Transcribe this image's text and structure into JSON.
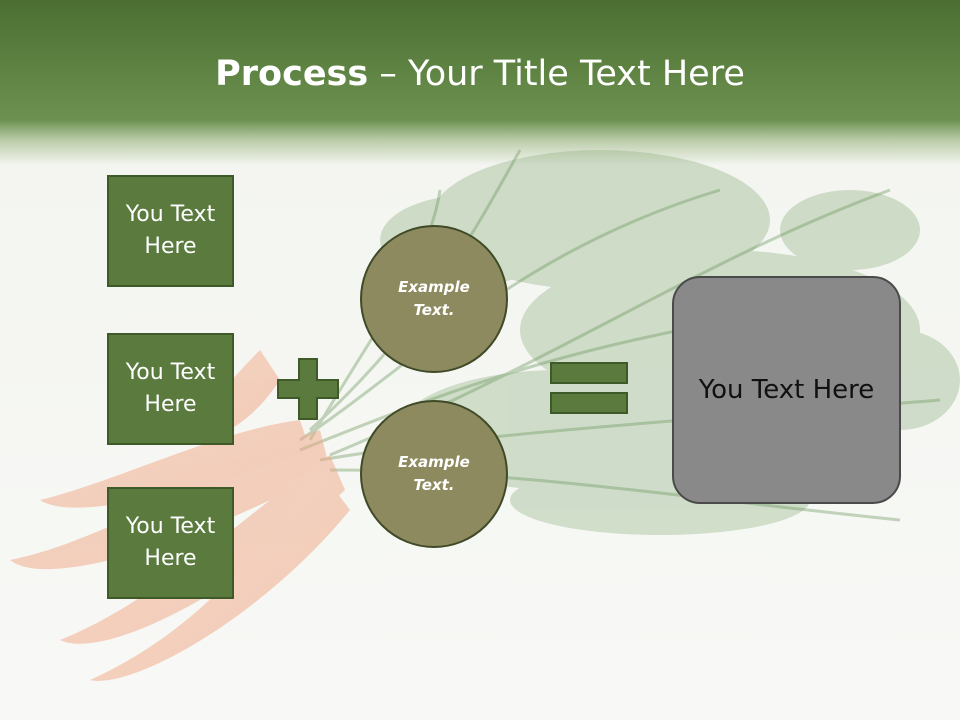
{
  "slide": {
    "title_bold": "Process",
    "title_rest": " – Your Title Text Here",
    "input_boxes": [
      {
        "label": "You Text Here"
      },
      {
        "label": "You Text Here"
      },
      {
        "label": "You Text Here"
      }
    ],
    "operators": {
      "plus_icon": "plus-icon",
      "equals_icon": "equals-icon"
    },
    "circles": [
      {
        "label": "Example Text."
      },
      {
        "label": "Example Text."
      }
    ],
    "result": {
      "label": "You Text Here"
    },
    "colors": {
      "header": "#5b8040",
      "box_fill": "#5a7a3e",
      "circle_fill": "#8d8a5f",
      "result_fill": "#898989"
    }
  }
}
